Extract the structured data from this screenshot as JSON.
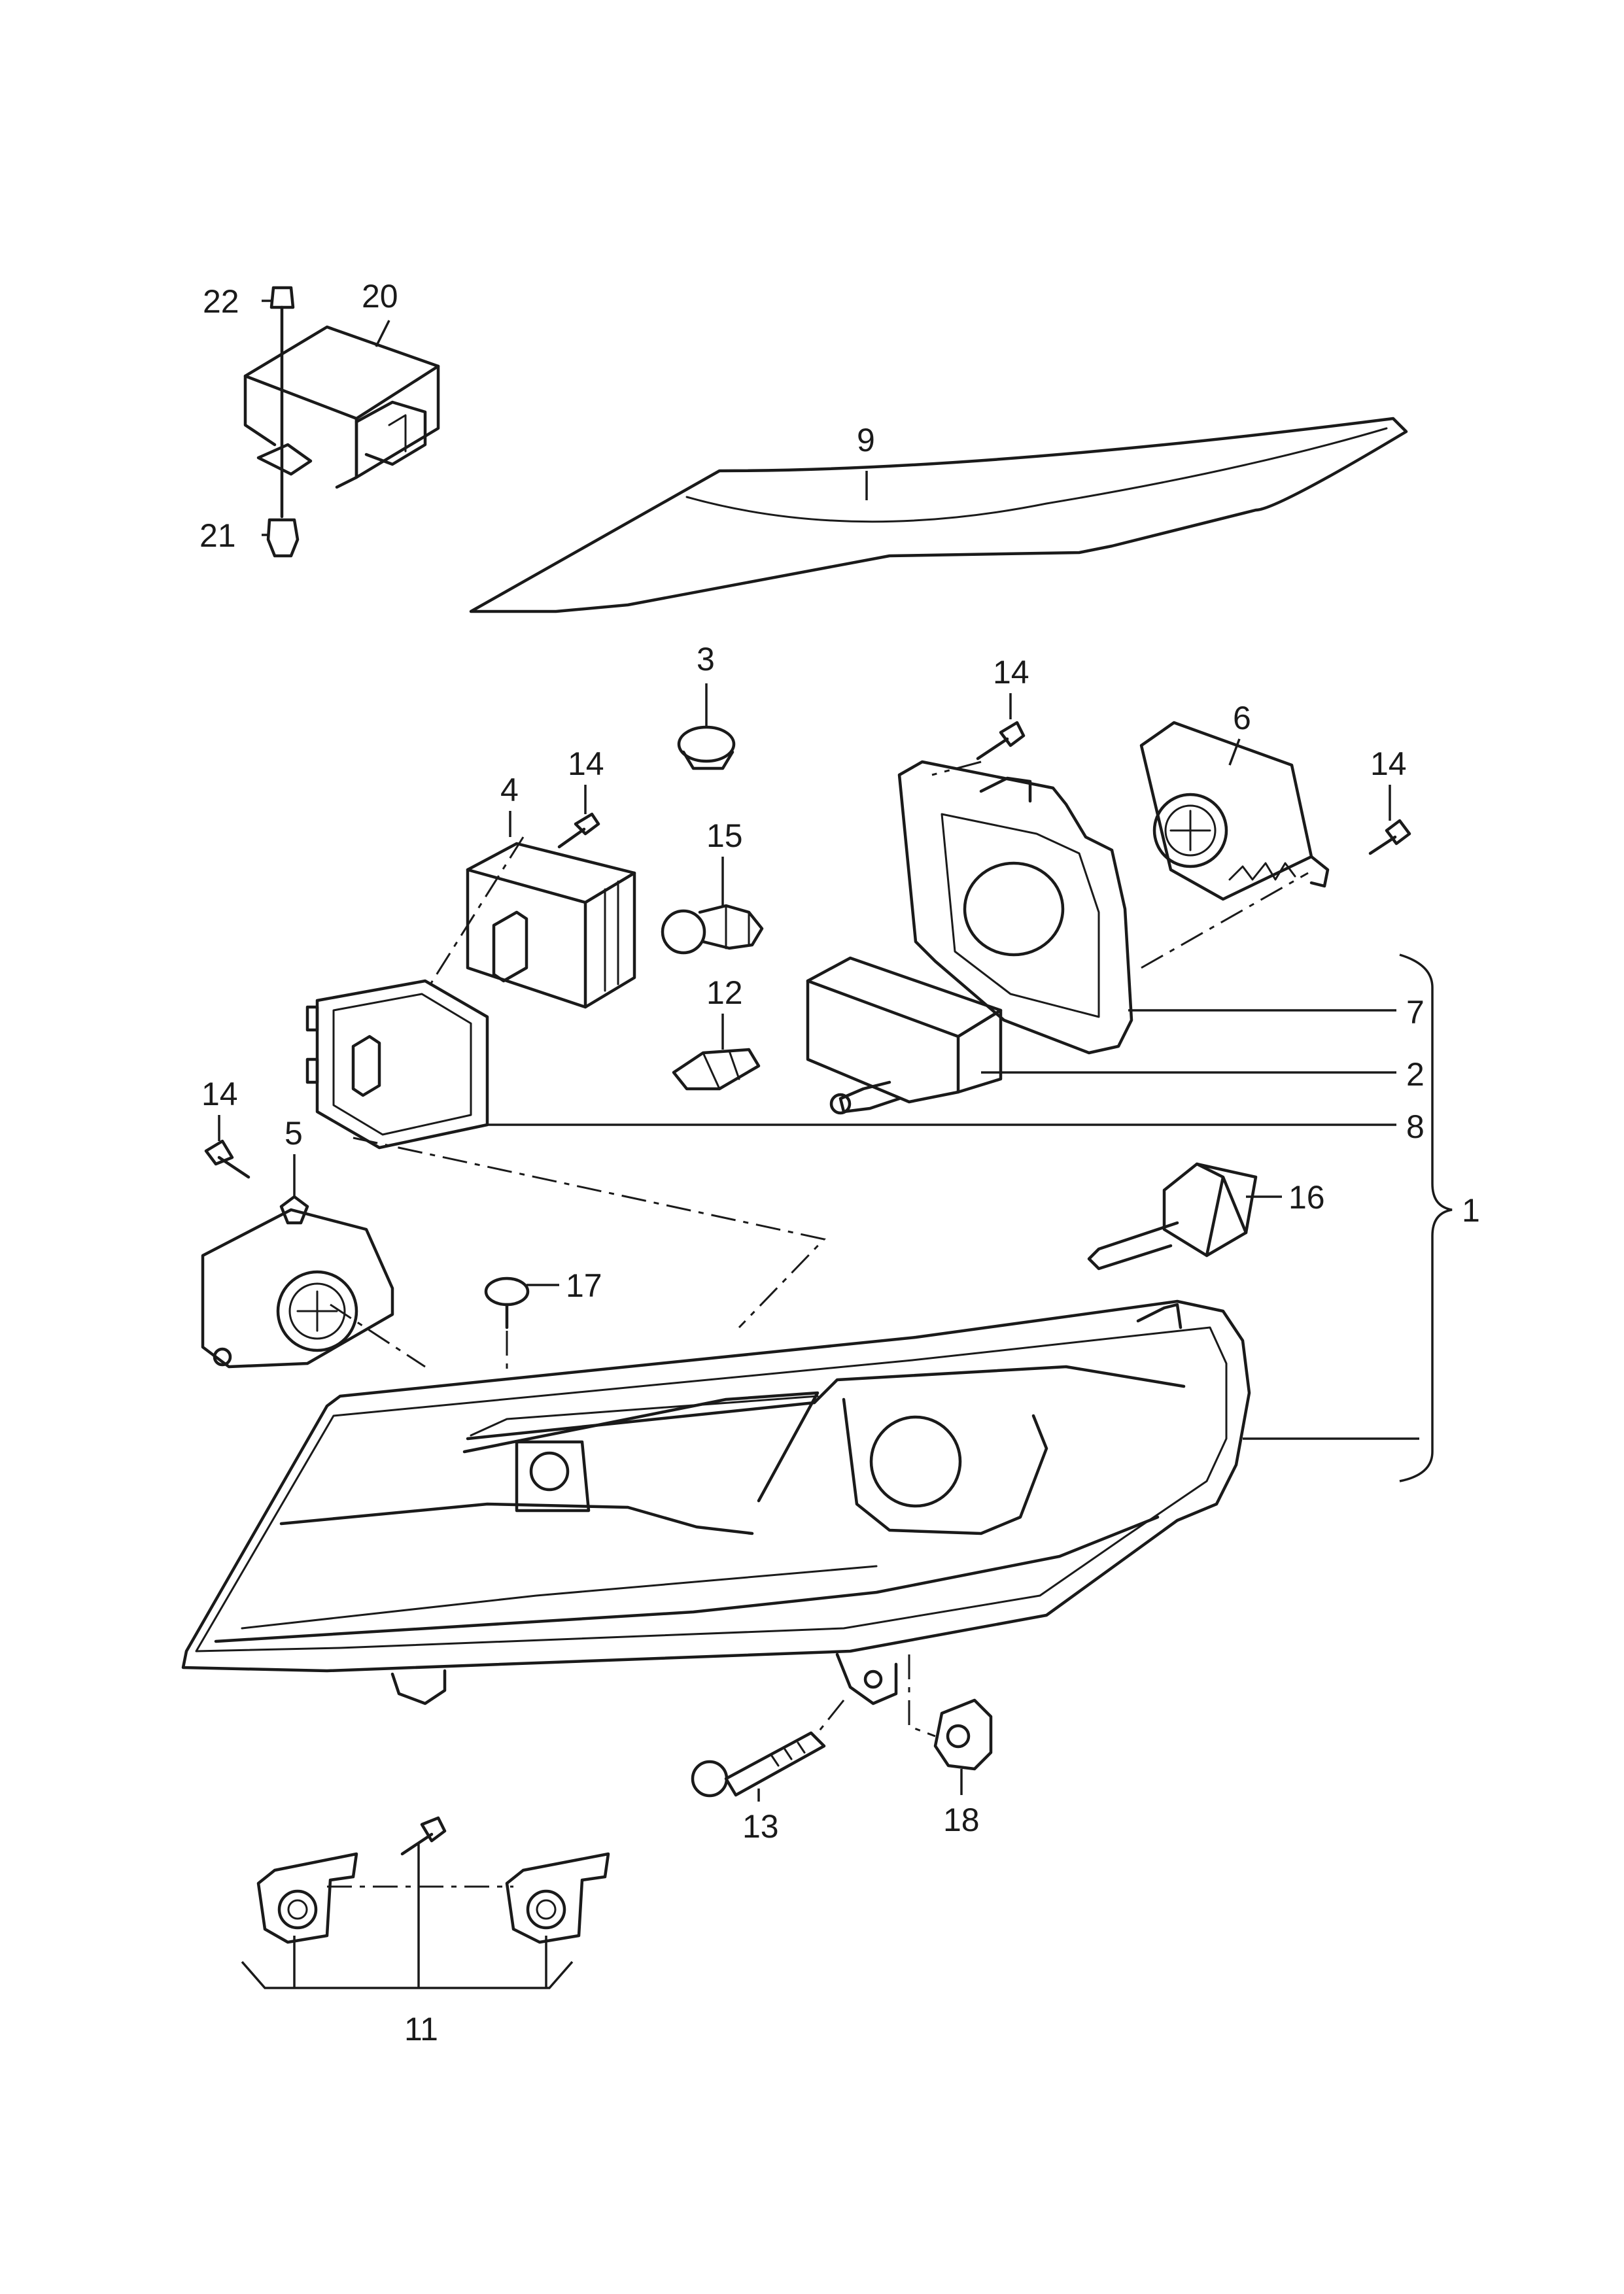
{
  "callouts": {
    "c1": "1",
    "c2": "2",
    "c3": "3",
    "c4": "4",
    "c5": "5",
    "c6": "6",
    "c7": "7",
    "c8": "8",
    "c9": "9",
    "c11": "11",
    "c12": "12",
    "c13": "13",
    "c14a": "14",
    "c14b": "14",
    "c14c": "14",
    "c14d": "14",
    "c15": "15",
    "c16": "16",
    "c17": "17",
    "c18": "18",
    "c20": "20",
    "c21": "21",
    "c22": "22"
  }
}
